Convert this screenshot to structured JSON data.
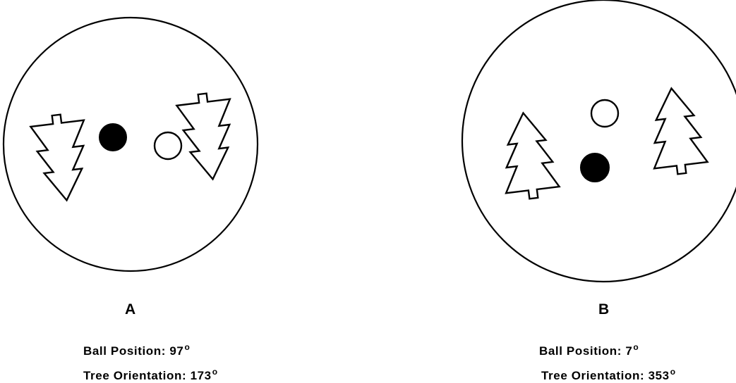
{
  "panels": [
    {
      "letter": "A",
      "ball_position": {
        "label": "Ball Position:",
        "value": "97",
        "unit": "o"
      },
      "tree_orientation": {
        "label": "Tree Orientation:",
        "value": "173",
        "unit": "o"
      }
    },
    {
      "letter": "B",
      "ball_position": {
        "label": "Ball Position:",
        "value": "7",
        "unit": "o"
      },
      "tree_orientation": {
        "label": "Tree Orientation:",
        "value": "353",
        "unit": "o"
      }
    }
  ],
  "colors": {
    "stroke": "#000000",
    "filled_ball": "#000000",
    "open_ball": "#ffffff"
  },
  "icons": [
    "tree-icon",
    "filled-ball",
    "open-ball"
  ]
}
